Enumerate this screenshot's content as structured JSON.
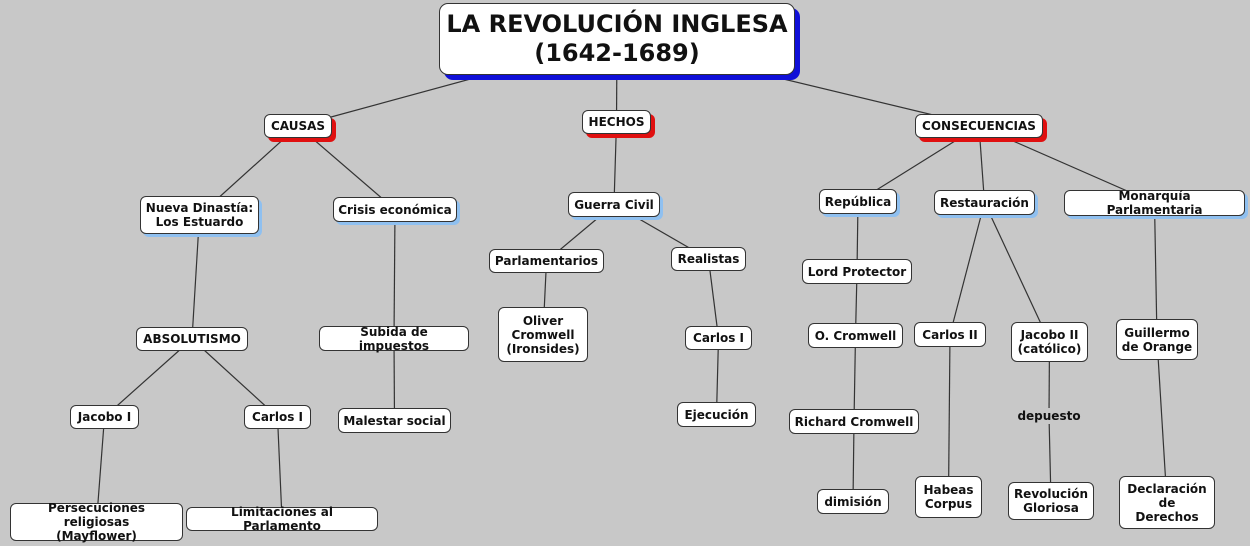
{
  "colors": {
    "background": "#c8c8c8",
    "title_shadow": "#1010d8",
    "category_shadow": "#e01010",
    "subcategory_shadow": "#8fc0f0"
  },
  "nodes": [
    {
      "id": "title",
      "label": "LA REVOLUCIÓN INGLESA\n(1642-1689)",
      "style": "title"
    },
    {
      "id": "causas",
      "label": "CAUSAS",
      "style": "red"
    },
    {
      "id": "hechos",
      "label": "HECHOS",
      "style": "red"
    },
    {
      "id": "consecuencias",
      "label": "CONSECUENCIAS",
      "style": "red"
    },
    {
      "id": "dinastia",
      "label": "Nueva Dinastía:\nLos Estuardo",
      "style": "blue"
    },
    {
      "id": "crisis",
      "label": "Crisis económica",
      "style": "blue"
    },
    {
      "id": "guerra",
      "label": "Guerra Civil",
      "style": "blue"
    },
    {
      "id": "republica",
      "label": "República",
      "style": "blue"
    },
    {
      "id": "restauracion",
      "label": "Restauración",
      "style": "blue"
    },
    {
      "id": "monarquia",
      "label": "Monarquía Parlamentaria",
      "style": "blue"
    },
    {
      "id": "absolutismo",
      "label": "ABSOLUTISMO",
      "style": "plain"
    },
    {
      "id": "impuestos",
      "label": "Subida de impuestos",
      "style": "plain"
    },
    {
      "id": "parlamentarios",
      "label": "Parlamentarios",
      "style": "plain"
    },
    {
      "id": "realistas",
      "label": "Realistas",
      "style": "plain"
    },
    {
      "id": "oliver",
      "label": "Oliver\nCromwell\n(Ironsides)",
      "style": "plain"
    },
    {
      "id": "carlos1h",
      "label": "Carlos I",
      "style": "plain"
    },
    {
      "id": "ejecucion",
      "label": "Ejecución",
      "style": "plain"
    },
    {
      "id": "lord",
      "label": "Lord Protector",
      "style": "plain"
    },
    {
      "id": "ocromwell",
      "label": "O. Cromwell",
      "style": "plain"
    },
    {
      "id": "richard",
      "label": "Richard Cromwell",
      "style": "plain"
    },
    {
      "id": "dimision",
      "label": "dimisión",
      "style": "plain"
    },
    {
      "id": "carlos2",
      "label": "Carlos II",
      "style": "plain"
    },
    {
      "id": "jacobo2",
      "label": "Jacobo II\n(católico)",
      "style": "plain"
    },
    {
      "id": "depuesto",
      "label": "depuesto",
      "style": "label"
    },
    {
      "id": "gloriosa",
      "label": "Revolución\nGloriosa",
      "style": "plain"
    },
    {
      "id": "habeas",
      "label": "Habeas\nCorpus",
      "style": "plain"
    },
    {
      "id": "guillermo",
      "label": "Guillermo\nde Orange",
      "style": "plain"
    },
    {
      "id": "declaracion",
      "label": "Declaración\nde\nDerechos",
      "style": "plain"
    },
    {
      "id": "jacobo1",
      "label": "Jacobo I",
      "style": "plain"
    },
    {
      "id": "carlos1a",
      "label": "Carlos I",
      "style": "plain"
    },
    {
      "id": "persecuciones",
      "label": "Persecuciones religiosas\n(Mayflower)",
      "style": "plain"
    },
    {
      "id": "limitaciones",
      "label": "Limitaciones al Parlamento",
      "style": "plain"
    },
    {
      "id": "malestar",
      "label": "Malestar social",
      "style": "plain"
    }
  ],
  "edges": [
    [
      "title",
      "causas"
    ],
    [
      "title",
      "hechos"
    ],
    [
      "title",
      "consecuencias"
    ],
    [
      "causas",
      "dinastia"
    ],
    [
      "causas",
      "crisis"
    ],
    [
      "dinastia",
      "absolutismo"
    ],
    [
      "absolutismo",
      "jacobo1"
    ],
    [
      "absolutismo",
      "carlos1a"
    ],
    [
      "jacobo1",
      "persecuciones"
    ],
    [
      "carlos1a",
      "limitaciones"
    ],
    [
      "crisis",
      "impuestos"
    ],
    [
      "impuestos",
      "malestar"
    ],
    [
      "hechos",
      "guerra"
    ],
    [
      "guerra",
      "parlamentarios"
    ],
    [
      "guerra",
      "realistas"
    ],
    [
      "parlamentarios",
      "oliver"
    ],
    [
      "realistas",
      "carlos1h"
    ],
    [
      "carlos1h",
      "ejecucion"
    ],
    [
      "consecuencias",
      "republica"
    ],
    [
      "consecuencias",
      "restauracion"
    ],
    [
      "consecuencias",
      "monarquia"
    ],
    [
      "republica",
      "lord"
    ],
    [
      "lord",
      "ocromwell"
    ],
    [
      "ocromwell",
      "richard"
    ],
    [
      "richard",
      "dimision"
    ],
    [
      "restauracion",
      "carlos2"
    ],
    [
      "restauracion",
      "jacobo2"
    ],
    [
      "carlos2",
      "habeas"
    ],
    [
      "jacobo2",
      "depuesto"
    ],
    [
      "depuesto",
      "gloriosa"
    ],
    [
      "monarquia",
      "guillermo"
    ],
    [
      "guillermo",
      "declaracion"
    ]
  ]
}
